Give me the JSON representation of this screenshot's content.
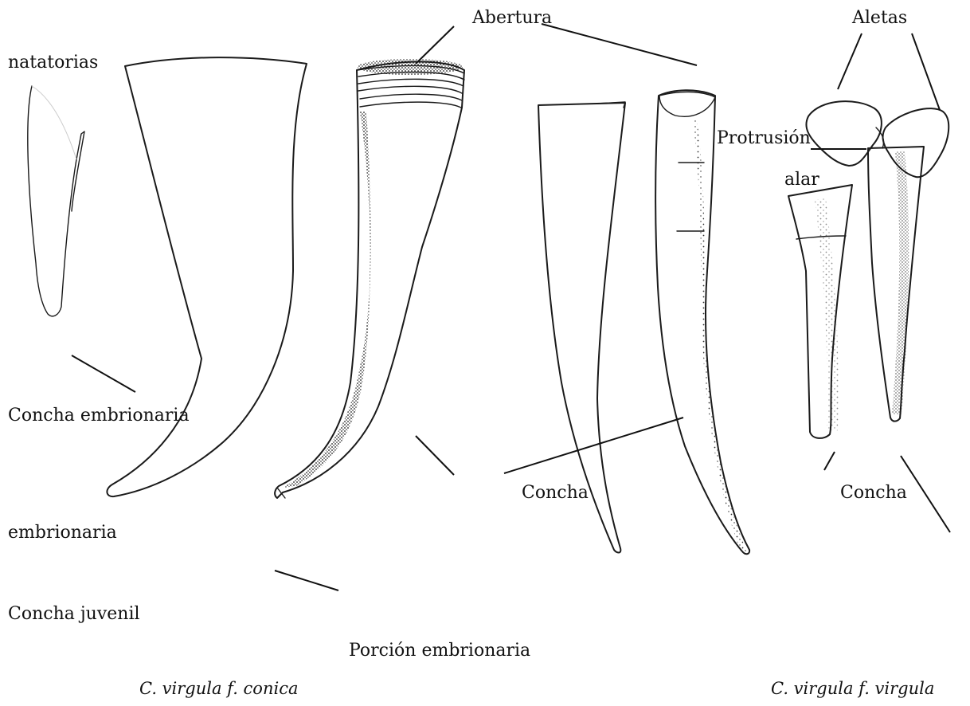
{
  "labels": {
    "abertura": "Abertura",
    "aletas": "Aletas",
    "natatorias": "natatorias",
    "protrusion": "Protrusión",
    "alar": "alar",
    "concha_embrionaria": "Concha embrionaria",
    "embrionaria": "embrionaria",
    "concha_juvenil": "Concha juvenil",
    "porcion_embrionaria": "Porción embrionaria",
    "concha_1": "Concha",
    "concha_2": "Concha"
  },
  "captions": {
    "left": "C. virgula f. conica",
    "right": "C. virgula f. virgula"
  },
  "colors": {
    "ink": "#1a1a1a",
    "stipple": "#2a2a2a",
    "background": "#ffffff"
  }
}
